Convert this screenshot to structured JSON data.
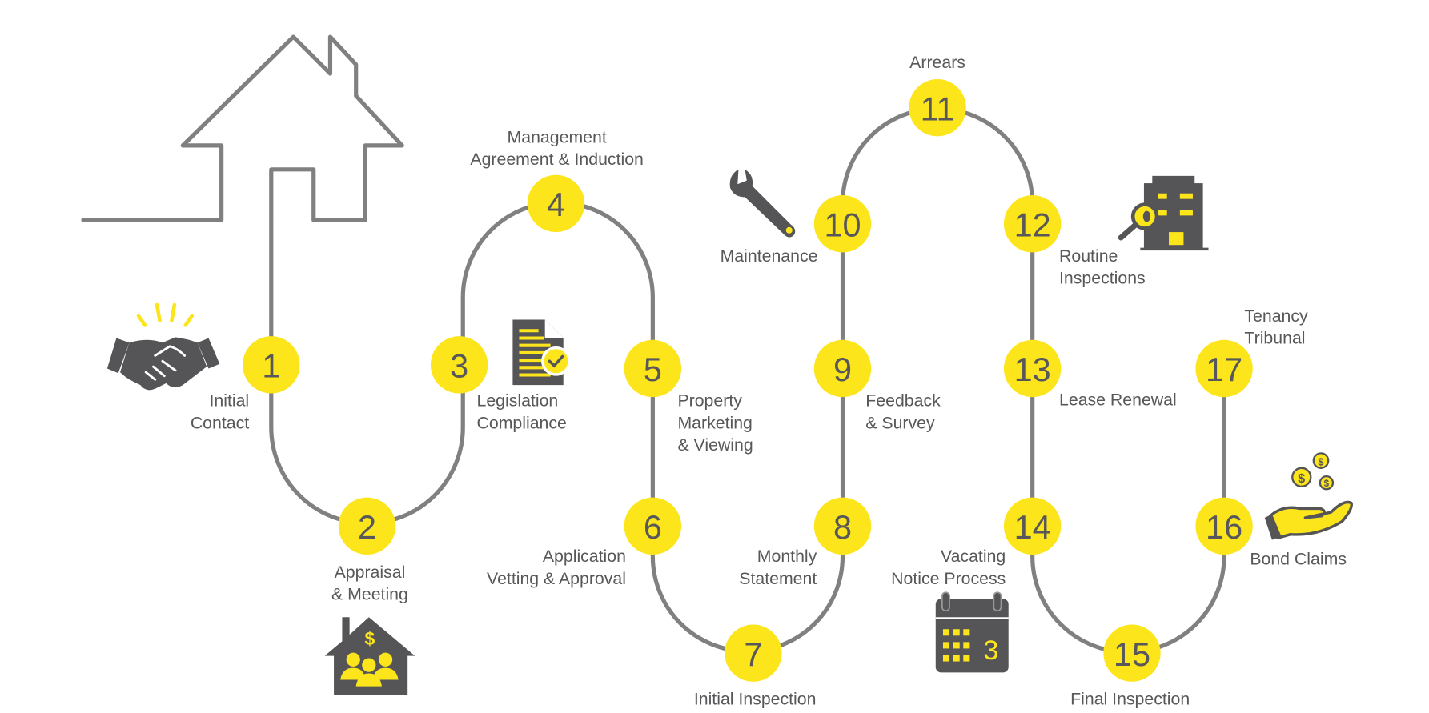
{
  "diagram": {
    "title": "Property management process",
    "colors": {
      "accent": "#fce51b",
      "line": "#808080",
      "icon": "#555557",
      "text": "#58585a"
    },
    "steps": [
      {
        "num": "1",
        "lines": [
          "Initial",
          "Contact"
        ],
        "icon": "handshake-icon"
      },
      {
        "num": "2",
        "lines": [
          "Appraisal",
          "& Meeting"
        ],
        "icon": "house-appraisal-icon"
      },
      {
        "num": "3",
        "lines": [
          "Legislation",
          "Compliance"
        ],
        "icon": "document-check-icon"
      },
      {
        "num": "4",
        "lines": [
          "Management",
          "Agreement & Induction"
        ]
      },
      {
        "num": "5",
        "lines": [
          "Property",
          "Marketing",
          "& Viewing"
        ]
      },
      {
        "num": "6",
        "lines": [
          "Application",
          "Vetting & Approval"
        ]
      },
      {
        "num": "7",
        "lines": [
          "Initial Inspection"
        ]
      },
      {
        "num": "8",
        "lines": [
          "Monthly",
          "Statement"
        ]
      },
      {
        "num": "9",
        "lines": [
          "Feedback",
          "& Survey"
        ]
      },
      {
        "num": "10",
        "lines": [
          "Maintenance"
        ],
        "icon": "wrench-icon"
      },
      {
        "num": "11",
        "lines": [
          "Arrears"
        ]
      },
      {
        "num": "12",
        "lines": [
          "Routine",
          "Inspections"
        ],
        "icon": "building-inspection-icon"
      },
      {
        "num": "13",
        "lines": [
          "Lease Renewal"
        ]
      },
      {
        "num": "14",
        "lines": [
          "Vacating",
          "Notice Process"
        ],
        "icon": "calendar-icon"
      },
      {
        "num": "15",
        "lines": [
          "Final Inspection"
        ]
      },
      {
        "num": "16",
        "lines": [
          "Bond Claims"
        ],
        "icon": "hand-coins-icon"
      },
      {
        "num": "17",
        "lines": [
          "Tenancy",
          "Tribunal"
        ]
      }
    ],
    "calendar_day": "3",
    "currency_symbol": "$"
  }
}
